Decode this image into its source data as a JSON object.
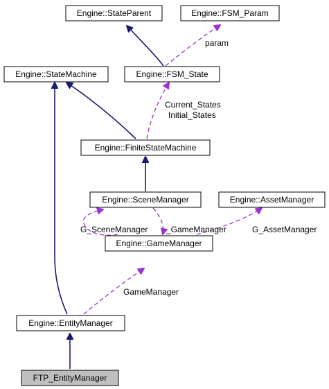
{
  "nodes": {
    "state_parent": "Engine::StateParent",
    "fsm_param": "Engine::FSM_Param",
    "state_machine": "Engine::StateMachine",
    "fsm_state": "Engine::FSM_State",
    "finite_state_machine": "Engine::FiniteStateMachine",
    "scene_manager": "Engine::SceneManager",
    "asset_manager": "Engine::AssetManager",
    "game_manager": "Engine::GameManager",
    "entity_manager": "Engine::EntityManager",
    "ftp_entity_manager": "FTP_EntityManager"
  },
  "edge_labels": {
    "param": "param",
    "current_states": "Current_States",
    "initial_states": "Initial_States",
    "g_scene_manager": "G_SceneManager",
    "game_manager_ref": "_GameManager",
    "g_asset_manager": "G_AssetManager",
    "game_manager": "GameManager"
  },
  "colors": {
    "inheritance": "#191970",
    "usage": "#9a32cd",
    "highlight_fill": "#bfbfbf"
  }
}
